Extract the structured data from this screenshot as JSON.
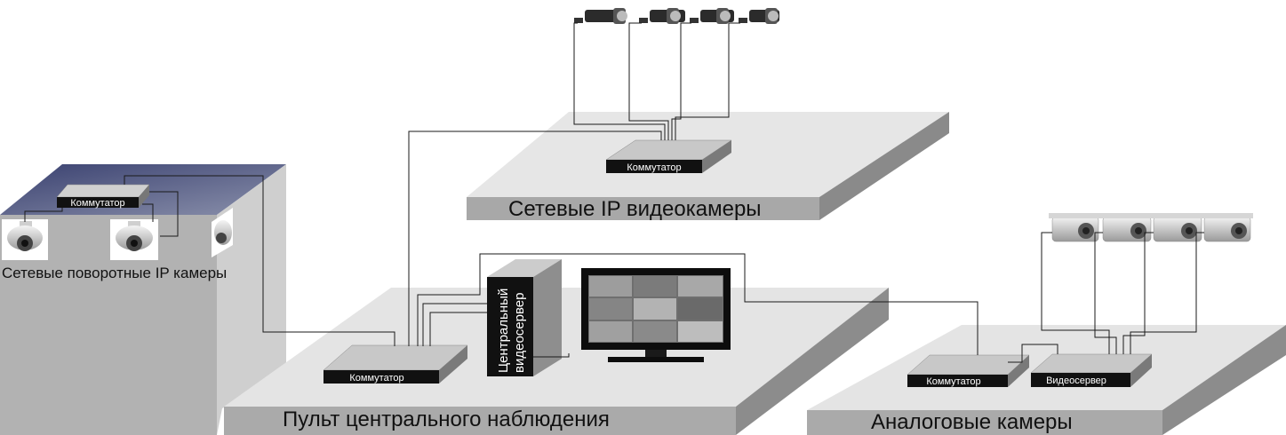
{
  "labels": {
    "building_caption": "Сетевые поворотные IP камеры",
    "ip_platform": "Сетевые IP видеокамеры",
    "central_platform": "Пульт центрального наблюдения",
    "analog_platform": "Аналоговые камеры",
    "server_tower": [
      "Центральный",
      "видеосервер"
    ]
  },
  "tags": {
    "switch": "Коммутатор",
    "videoserver": "Видеосервер"
  },
  "colors": {
    "platform_top": "#e4e4e4",
    "platform_side": "#a9a9a9",
    "roof": "#5b6180",
    "switch_top": "#c8c8c8"
  }
}
